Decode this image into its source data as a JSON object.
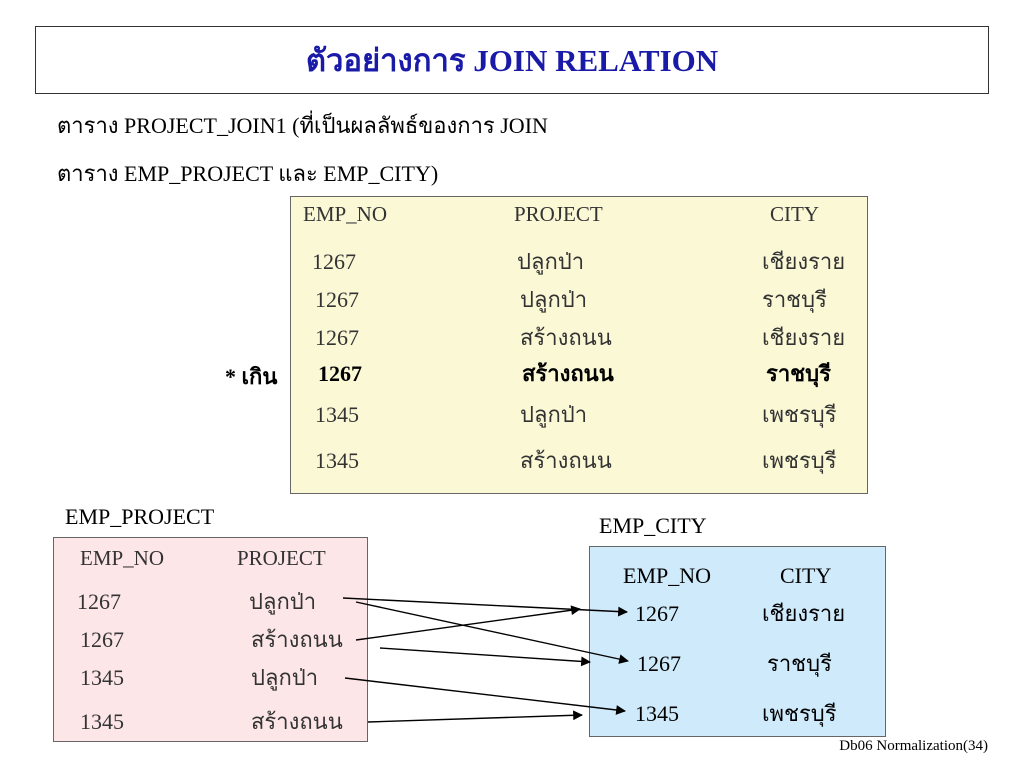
{
  "title": "ตัวอย่างการ JOIN RELATION",
  "subtitle_lines": [
    "ตาราง PROJECT_JOIN1 (ที่เป็นผลลัพธ์ของการ JOIN",
    "ตาราง EMP_PROJECT และ EMP_CITY)"
  ],
  "join_table": {
    "headers": [
      "EMP_NO",
      "PROJECT",
      "CITY"
    ],
    "rows": [
      [
        "1267",
        "ปลูกป่า",
        "เชียงราย"
      ],
      [
        "1267",
        "ปลูกป่า",
        "ราชบุรี"
      ],
      [
        "1267",
        "สร้างถนน",
        "เชียงราย"
      ],
      [
        "1267",
        "สร้างถนน",
        "ราชบุรี"
      ],
      [
        "1345",
        "ปลูกป่า",
        "เพชรบุรี"
      ],
      [
        "1345",
        "สร้างถนน",
        "เพชรบุรี"
      ]
    ],
    "extra_note": "* เกิน"
  },
  "emp_project": {
    "label": "EMP_PROJECT",
    "headers": [
      "EMP_NO",
      "PROJECT"
    ],
    "rows": [
      [
        "1267",
        "ปลูกป่า"
      ],
      [
        "1267",
        "สร้างถนน"
      ],
      [
        "1345",
        "ปลูกป่า"
      ],
      [
        "1345",
        "สร้างถนน"
      ]
    ]
  },
  "emp_city": {
    "label": "EMP_CITY",
    "headers": [
      "EMP_NO",
      "CITY"
    ],
    "rows": [
      [
        "1267",
        "เชียงราย"
      ],
      [
        "1267",
        "ราชบุรี"
      ],
      [
        "1345",
        "เพชรบุรี"
      ]
    ]
  },
  "footer": "Db06 Normalization(34)",
  "colors": {
    "title": "#1a1aa8",
    "join_panel": "#fbf8d6",
    "emp_project_panel": "#fde6e8",
    "emp_city_panel": "#cfeafb"
  }
}
